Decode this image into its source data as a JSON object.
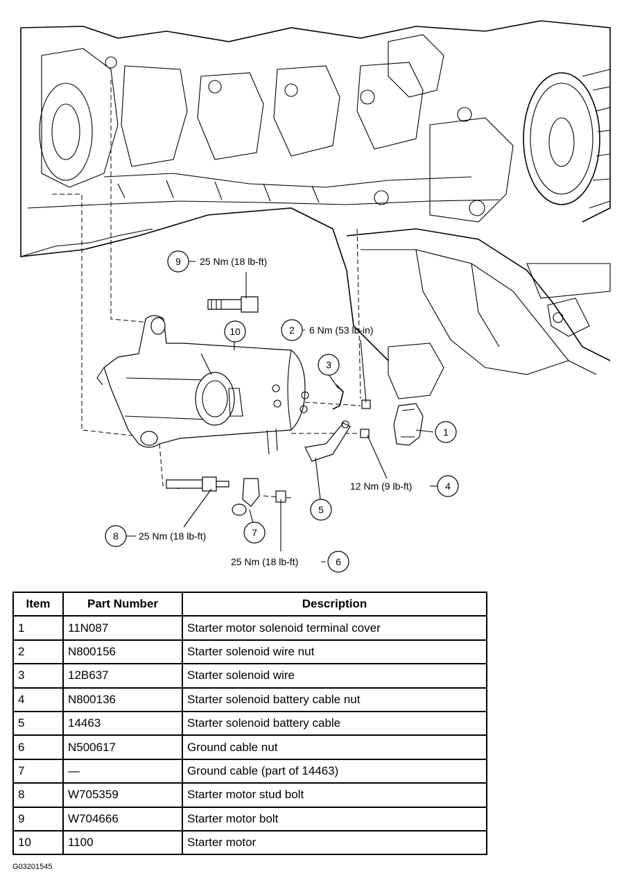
{
  "callouts": [
    {
      "num": "9",
      "spec": "25 Nm (18 lb-ft)"
    },
    {
      "num": "10",
      "spec": ""
    },
    {
      "num": "2",
      "spec": "6 Nm (53 lb-in)"
    },
    {
      "num": "3",
      "spec": ""
    },
    {
      "num": "1",
      "spec": ""
    },
    {
      "num": "4",
      "spec": "12 Nm (9 lb-ft)"
    },
    {
      "num": "5",
      "spec": ""
    },
    {
      "num": "8",
      "spec": "25 Nm (18 lb-ft)"
    },
    {
      "num": "7",
      "spec": ""
    },
    {
      "num": "6",
      "spec": "25 Nm (18 lb-ft)"
    }
  ],
  "table": {
    "headers": [
      "Item",
      "Part Number",
      "Description"
    ],
    "rows": [
      [
        "1",
        "11N087",
        "Starter motor solenoid terminal cover"
      ],
      [
        "2",
        "N800156",
        "Starter solenoid wire nut"
      ],
      [
        "3",
        "12B637",
        "Starter solenoid wire"
      ],
      [
        "4",
        "N800136",
        "Starter solenoid battery cable nut"
      ],
      [
        "5",
        "14463",
        "Starter solenoid battery cable"
      ],
      [
        "6",
        "N500617",
        "Ground cable nut"
      ],
      [
        "7",
        "—",
        "Ground cable (part of 14463)"
      ],
      [
        "8",
        "W705359",
        "Starter motor stud bolt"
      ],
      [
        "9",
        "W704666",
        "Starter motor bolt"
      ],
      [
        "10",
        "1100",
        "Starter motor"
      ]
    ]
  },
  "figure_id": "G03201545"
}
